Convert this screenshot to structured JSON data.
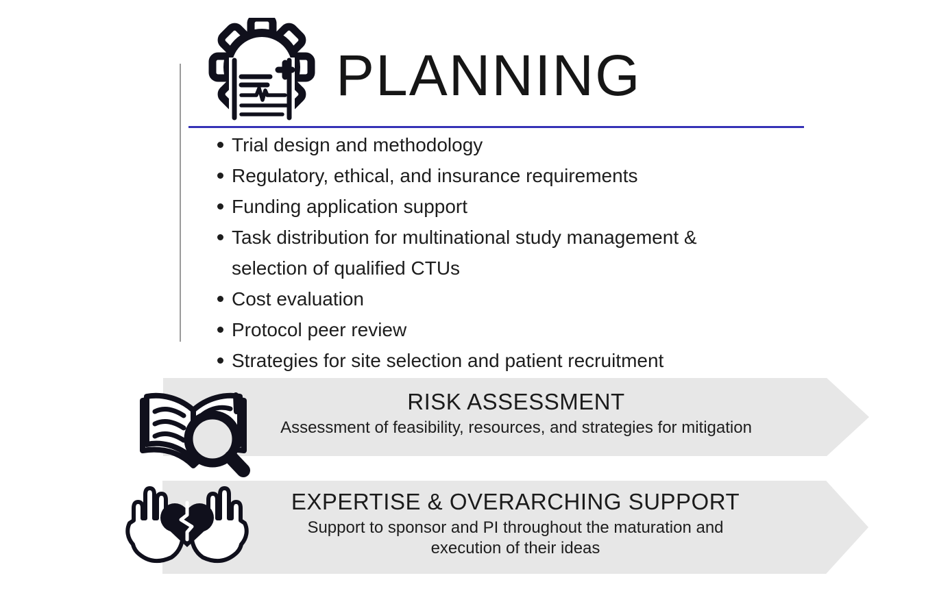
{
  "planning": {
    "title": "PLANNING",
    "icon": "gear-document-icon",
    "items": [
      "Trial design and methodology",
      "Regulatory, ethical, and insurance requirements",
      "Funding application support",
      "Task distribution for multinational study management & selection of qualified CTUs",
      "Cost evaluation",
      "Protocol peer review",
      "Strategies for site selection and patient recruitment"
    ]
  },
  "banners": [
    {
      "title": "RISK ASSESSMENT",
      "subtitle": "Assessment of feasibility, resources, and strategies for mitigation",
      "icon": "book-magnifier-icon"
    },
    {
      "title": "EXPERTISE & OVERARCHING SUPPORT",
      "subtitle": "Support to sponsor and PI throughout the maturation and execution of their ideas",
      "icon": "hands-heart-icon"
    }
  ],
  "colors": {
    "accent_line": "#3632b6",
    "banner_bg": "#e7e7e7",
    "icon_ink": "#10101c",
    "text": "#1c1c1c"
  }
}
